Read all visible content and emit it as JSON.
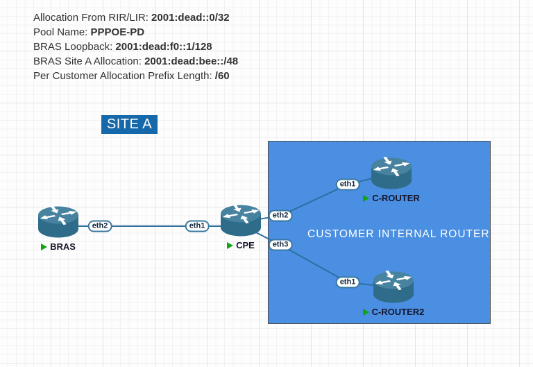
{
  "colors": {
    "site_bg": "#1568a9",
    "zone_fill": "#4a8fe2",
    "zone_border": "#4e4e4e",
    "link": "#2e6f9e",
    "router_body": "#2f6c8a",
    "router_top": "#47839f",
    "status_running": "#13a413",
    "pill_border": "#3a78a0",
    "note_text": "#333333"
  },
  "notes": {
    "lines": [
      {
        "label": "Allocation From RIR/LIR: ",
        "value": "2001:dead::0/32"
      },
      {
        "label": "Pool Name: ",
        "value": "PPPOE-PD"
      },
      {
        "label": "BRAS Loopback: ",
        "value": "2001:dead:f0::1/128"
      },
      {
        "label": "BRAS Site A Allocation: ",
        "value": "2001:dead:bee::/48"
      },
      {
        "label": "Per Customer Allocation Prefix Length: ",
        "value": "/60"
      }
    ]
  },
  "site": {
    "label": "SITE A"
  },
  "zone": {
    "label": "CUSTOMER INTERNAL ROUTER"
  },
  "nodes": [
    {
      "name": "BRAS",
      "type": "router",
      "status": "running"
    },
    {
      "name": "CPE",
      "type": "router",
      "status": "running"
    },
    {
      "name": "C-ROUTER",
      "type": "router",
      "status": "running"
    },
    {
      "name": "C-ROUTER2",
      "type": "router",
      "status": "running"
    }
  ],
  "interfaces": [
    {
      "label": "eth2",
      "node": "BRAS"
    },
    {
      "label": "eth1",
      "node": "CPE"
    },
    {
      "label": "eth2",
      "node": "CPE"
    },
    {
      "label": "eth3",
      "node": "CPE"
    },
    {
      "label": "eth1",
      "node": "C-ROUTER"
    },
    {
      "label": "eth1",
      "node": "C-ROUTER2"
    }
  ],
  "links": [
    {
      "from": "BRAS eth2",
      "to": "CPE eth1"
    },
    {
      "from": "CPE eth2",
      "to": "C-ROUTER eth1"
    },
    {
      "from": "CPE eth3",
      "to": "C-ROUTER2 eth1"
    }
  ]
}
